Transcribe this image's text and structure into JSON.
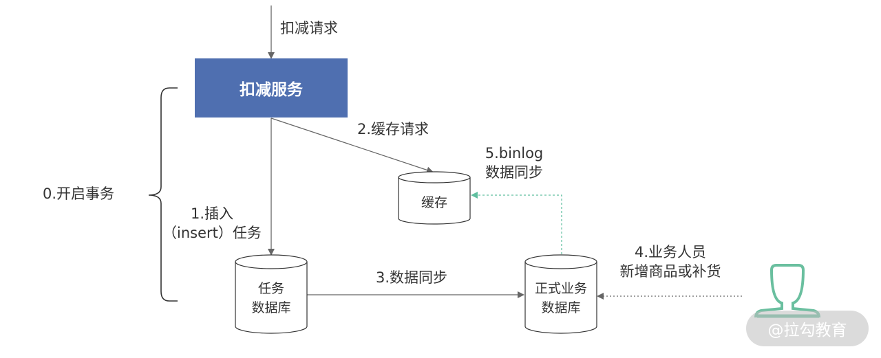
{
  "labels": {
    "deduct_request": "扣减请求",
    "service": "扣减服务",
    "cache_request": "2.缓存请求",
    "binlog_line1": "5.binlog",
    "binlog_line2": "数据同步",
    "transaction": "0.开启事务",
    "insert_line1": "1.插入",
    "insert_line2": "（insert）任务",
    "data_sync": "3.数据同步",
    "staff_line1": "4.业务人员",
    "staff_line2": "新增商品或补货"
  },
  "databases": {
    "cache": "缓存",
    "task_line1": "任务",
    "task_line2": "数据库",
    "business_line1": "正式业务",
    "business_line2": "数据库"
  },
  "watermark": "@拉勾教育",
  "colors": {
    "service_fill": "#4f6fb0",
    "arrow": "#666666",
    "binlog_arrow": "#5fbf9f",
    "person": "#6abf9f"
  },
  "icons": [
    "person-icon"
  ]
}
